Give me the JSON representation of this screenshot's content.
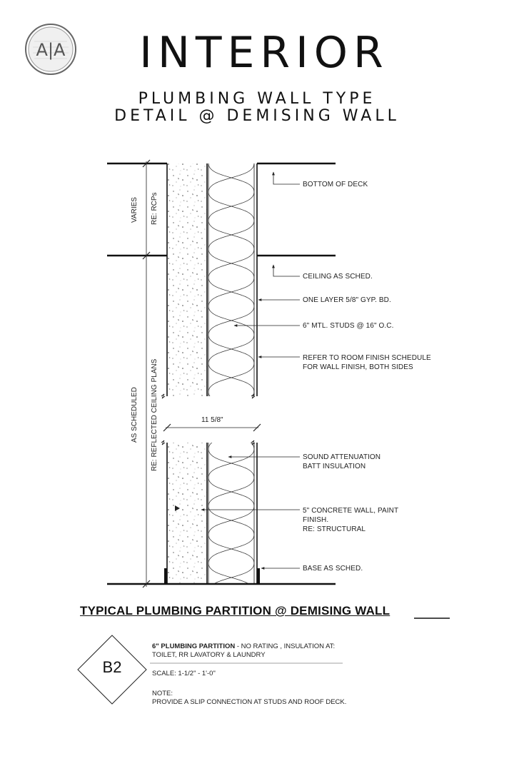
{
  "logo": {
    "text": "A|A"
  },
  "header": {
    "title": "INTERIOR",
    "subtitle_line1": "PLUMBING WALL TYPE",
    "subtitle_line2": "DETAIL @ DEMISING WALL"
  },
  "detail": {
    "vertical_labels": {
      "upper_a": "VARIES",
      "upper_b": "RE: RCPs",
      "lower_a": "AS SCHEDULED",
      "lower_b": "RE: REFLECTED CEILING PLANS"
    },
    "dimension": "11 5/8\"",
    "callouts": [
      {
        "line1": "BOTTOM OF DECK",
        "line2": ""
      },
      {
        "line1": "CEILING AS SCHED.",
        "line2": ""
      },
      {
        "line1": "ONE LAYER 5/8\" GYP. BD.",
        "line2": ""
      },
      {
        "line1": "6\" MTL. STUDS @ 16\" O.C.",
        "line2": ""
      },
      {
        "line1": "REFER TO ROOM  FINISH SCHEDULE",
        "line2": "FOR WALL FINISH, BOTH SIDES"
      },
      {
        "line1": "SOUND ATTENUATION",
        "line2": "BATT INSULATION"
      },
      {
        "line1": "5\" CONCRETE WALL, PAINT",
        "line2": "FINISH.",
        "line3": "RE: STRUCTURAL"
      },
      {
        "line1": "BASE AS SCHED.",
        "line2": ""
      }
    ]
  },
  "footer": {
    "heading": "TYPICAL PLUMBING PARTITION  @ DEMISING WALL",
    "badge": "B2",
    "partition_bold": "6\" PLUMBING PARTITION",
    "partition_rest": " -  NO RATING ,  INSULATION AT:",
    "partition_line2": "TOILET, RR LAVATORY & LAUNDRY",
    "scale": "SCALE: 1-1/2\" - 1'-0\"",
    "note_label": "NOTE:",
    "note_text": "PROVIDE A SLIP CONNECTION AT STUDS AND ROOF DECK."
  }
}
